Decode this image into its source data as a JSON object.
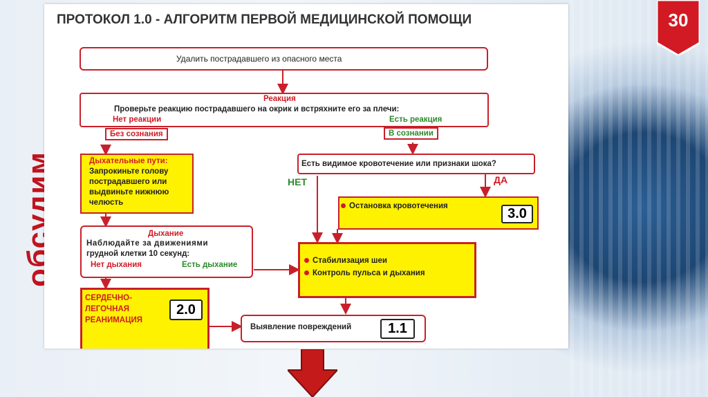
{
  "side_label": "обсудим",
  "slide_number": "30",
  "title": "ПРОТОКОЛ 1.0 - АЛГОРИТМ ПЕРВОЙ МЕДИЦИНСКОЙ ПОМОЩИ",
  "step_remove": "Удалить пострадавшего из опасного места",
  "reaction": {
    "heading": "Реакция",
    "text": "Проверьте реакцию пострадавшего на окрик и встряхните его за плечи:",
    "no": "Нет реакции",
    "yes": "Есть реакция"
  },
  "unconscious": "Без сознания",
  "conscious": "В сознании",
  "airway": {
    "heading": "Дыхательные пути:",
    "line1": "Запрокиньте голову",
    "line2": "пострадавшего или",
    "line3": "выдвиньте нижнюю",
    "line4": "челюсть"
  },
  "breathing": {
    "heading": "Дыхание",
    "line1": "Наблюдайте за движениями",
    "line2": "грудной клетки 10 секунд:",
    "no": "Нет дыхания",
    "yes": "Есть дыхание"
  },
  "bleeding_question": "Есть видимое кровотечение или признаки шока?",
  "no_label": "НЕТ",
  "yes_label": "ДА",
  "stop_bleeding": {
    "label": "Остановка кровотечения",
    "protocol": "3.0"
  },
  "stabilization": {
    "item1": "Стабилизация шеи",
    "item2": "Контроль пульса и дыхания"
  },
  "cpr": {
    "line1": "СЕРДЕЧНО-",
    "line2": "ЛЕГОЧНАЯ",
    "line3": "РЕАНИМАЦИЯ",
    "protocol": "2.0"
  },
  "injuries": {
    "label": "Выявление повреждений",
    "protocol": "1.1"
  },
  "colors": {
    "accent_red": "#c8202a",
    "highlight_yellow": "#fff200",
    "green": "#2b8a2b"
  }
}
